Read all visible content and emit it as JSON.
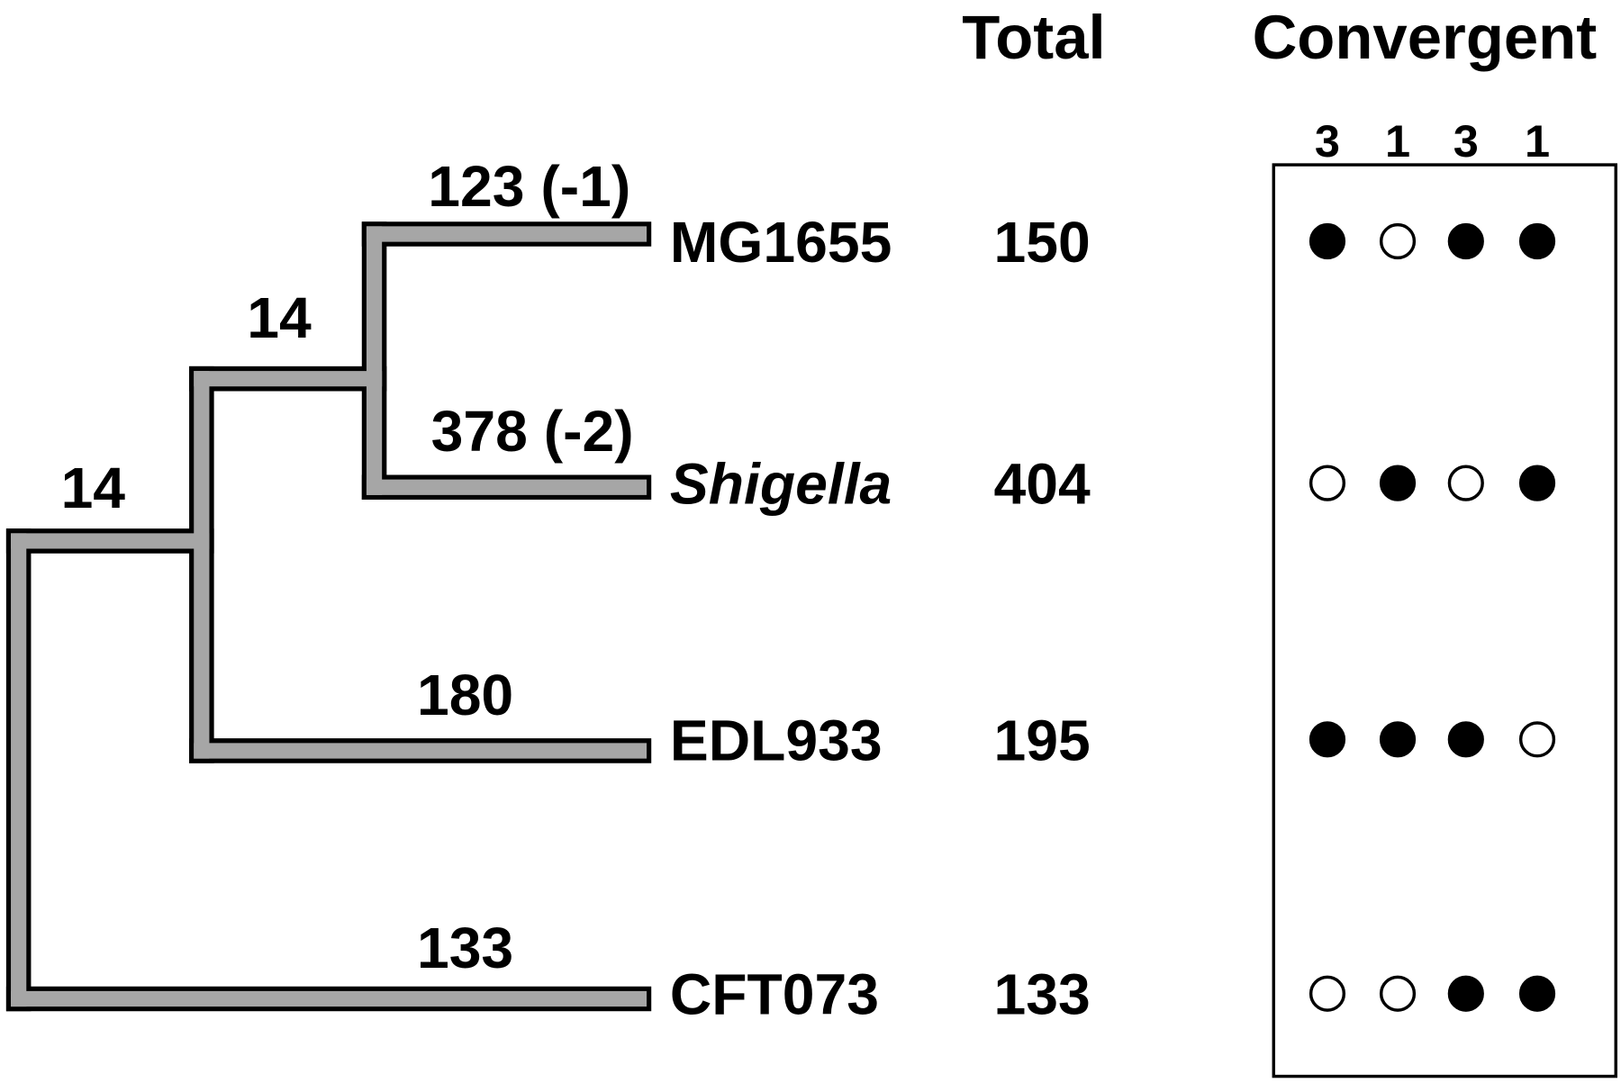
{
  "headers": {
    "total": "Total",
    "convergent": "Convergent"
  },
  "column_labels": [
    "3",
    "1",
    "3",
    "1"
  ],
  "internal_branches": [
    {
      "id": "mg-shigella-ancestor",
      "label": "14"
    },
    {
      "id": "root-branch",
      "label": "14"
    }
  ],
  "taxa": [
    {
      "name": "MG1655",
      "italic": false,
      "branch_label": "123 (-1)",
      "total": "150",
      "convergent": [
        true,
        false,
        true,
        true
      ]
    },
    {
      "name": "Shigella",
      "italic": true,
      "branch_label": "378 (-2)",
      "total": "404",
      "convergent": [
        false,
        true,
        false,
        true
      ]
    },
    {
      "name": "EDL933",
      "italic": false,
      "branch_label": "180",
      "total": "195",
      "convergent": [
        true,
        true,
        true,
        false
      ]
    },
    {
      "name": "CFT073",
      "italic": false,
      "branch_label": "133",
      "total": "133",
      "convergent": [
        false,
        false,
        true,
        true
      ]
    }
  ],
  "colors": {
    "branch_fill": "#a6a6a6",
    "outline": "#000000",
    "filled_dot": "#000000",
    "open_dot": "#ffffff"
  }
}
